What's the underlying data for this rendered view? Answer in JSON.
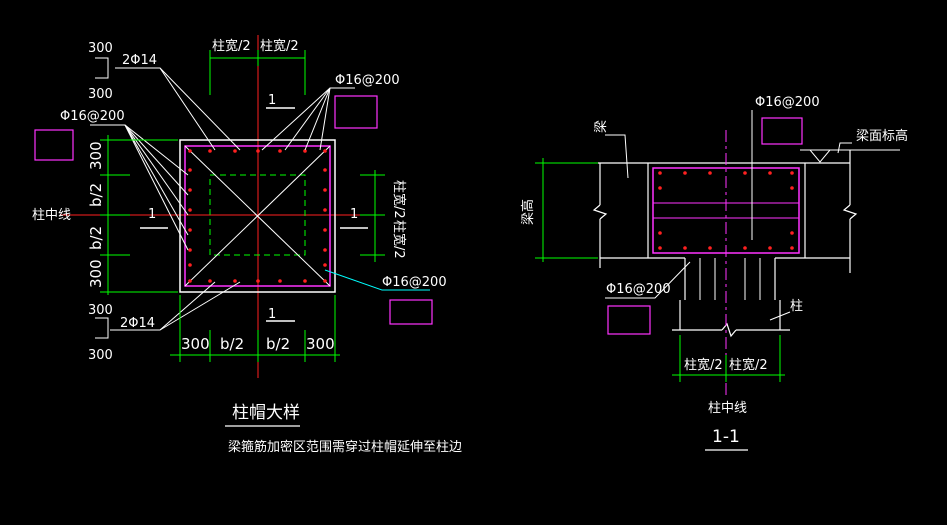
{
  "colors": {
    "background": "#000000",
    "outline": "#ffffff",
    "dimension": "#00ff00",
    "rebar": "#ff33ff",
    "centerline": "#ff2020",
    "dashed": "#00ff00",
    "leader_cyan": "#00ffff",
    "text": "#ffffff",
    "dim_text": "#ffffff"
  },
  "plan": {
    "top_dim": [
      "柱宽/2",
      "柱宽/2"
    ],
    "bottom_dim": [
      "300",
      "b/2",
      "b/2",
      "300"
    ],
    "left_dim": [
      "300",
      "b/2",
      "b/2",
      "300"
    ],
    "right_dim": [
      "柱宽/2",
      "柱宽/2"
    ],
    "section_mark": "1",
    "center_label": "柱中线",
    "rebar_top_left": "2Φ14",
    "rebar_bottom_left": "2Φ14",
    "stirrup_top_right": "Φ16@200",
    "stirrup_left": "Φ16@200",
    "stirrup_right": "Φ16@200",
    "note_300_a": "300",
    "note_300_b": "300",
    "note_300_c": "300",
    "note_300_d": "300",
    "title": "柱帽大样",
    "note": "梁箍筋加密区范围需穿过柱帽延伸至柱边"
  },
  "section": {
    "beam_label": "梁",
    "beam_top_label": "梁面标高",
    "height_label": "梁高",
    "stirrup_top": "Φ16@200",
    "stirrup_bottom": "Φ16@200",
    "column_label": "柱",
    "dim": [
      "柱宽/2",
      "柱宽/2"
    ],
    "center_label": "柱中线",
    "title": "1-1"
  }
}
